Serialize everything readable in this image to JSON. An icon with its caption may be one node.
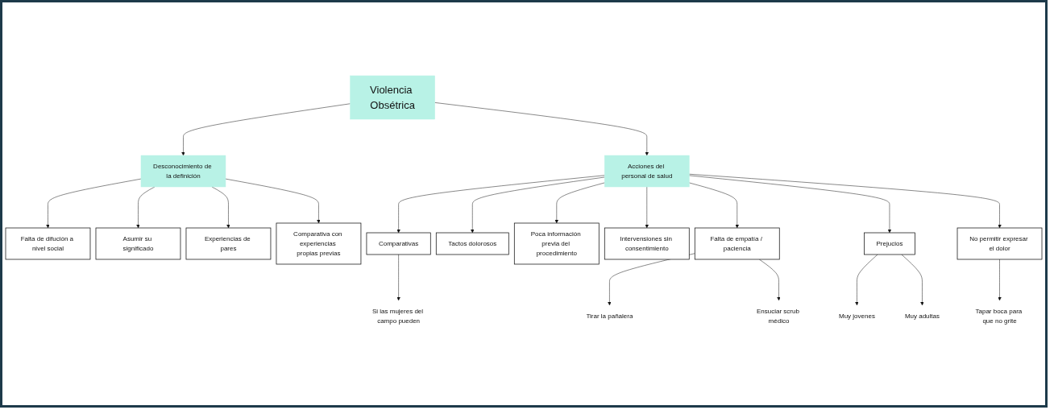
{
  "diagram": {
    "nodes": [
      {
        "text": [
          "Violencia Obsétrica"
        ]
      },
      {
        "text": [
          "Desconocimiento de la definición"
        ]
      },
      {
        "text": [
          "Falta de difución a nivel social"
        ]
      },
      {
        "text": [
          "Asumir su significado"
        ]
      },
      {
        "text": [
          "Experiencias de pares"
        ]
      },
      {
        "text": [
          "Comparativa con experiencias propias previas"
        ]
      },
      {
        "text": [
          "Acciones del personal de salud"
        ]
      },
      {
        "text": [
          "Comparativas"
        ]
      },
      {
        "text": [
          "Si las mujeres del campo pueden"
        ]
      },
      {
        "text": [
          "Tactos dolorosos"
        ]
      },
      {
        "text": [
          "Poca información previa del procedimiento"
        ]
      },
      {
        "text": [
          "Intervensiones sin consentimiento"
        ]
      },
      {
        "text": [
          "Falta de empatía / paciencia"
        ]
      },
      {
        "text": [
          "Tirar la pañalera"
        ]
      },
      {
        "text": [
          "Ensuciar scrub médico"
        ]
      },
      {
        "text": [
          "Prejucios"
        ]
      },
      {
        "text": [
          "Muy jovenes"
        ]
      },
      {
        "text": [
          "Muy adultas"
        ]
      },
      {
        "text": [
          "No permitir expresar el dolor"
        ]
      },
      {
        "text": [
          "Tapar boca para que no grite"
        ]
      }
    ],
    "edges": [
      {
        "from": 0,
        "to": 1,
        "arrow": "to"
      },
      {
        "from": 1,
        "to": 2,
        "arrow": "to"
      },
      {
        "from": 1,
        "to": 3,
        "arrow": "to"
      },
      {
        "from": 1,
        "to": 4,
        "arrow": "to"
      },
      {
        "from": 1,
        "to": 5,
        "arrow": "to"
      },
      {
        "from": 0,
        "to": 6,
        "arrow": "to"
      },
      {
        "from": 6,
        "to": 7,
        "arrow": "to"
      },
      {
        "from": 7,
        "to": 8,
        "arrow": "to"
      },
      {
        "from": 6,
        "to": 9,
        "arrow": "to"
      },
      {
        "from": 6,
        "to": 10,
        "arrow": "to"
      },
      {
        "from": 6,
        "to": 11,
        "arrow": "to"
      },
      {
        "from": 6,
        "to": 12,
        "arrow": "to"
      },
      {
        "from": 12,
        "to": 13,
        "arrow": "to"
      },
      {
        "from": 12,
        "to": 14,
        "arrow": "to"
      },
      {
        "from": 6,
        "to": 15,
        "arrow": "to"
      },
      {
        "from": 15,
        "to": 16,
        "arrow": "to"
      },
      {
        "from": 15,
        "to": 17,
        "arrow": "to"
      },
      {
        "from": 6,
        "to": 18,
        "arrow": "to"
      },
      {
        "from": 18,
        "to": 19,
        "arrow": "to"
      }
    ]
  }
}
